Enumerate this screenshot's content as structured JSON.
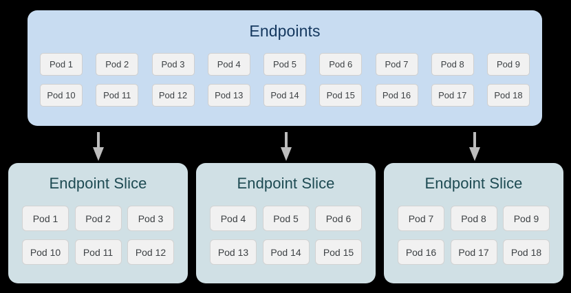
{
  "colors": {
    "canvas_background": "#000000",
    "endpoints_panel": "#c8dcf1",
    "endpoints_title_text": "#14375e",
    "slice_panel": "#d0e0e5",
    "slice_title_text": "#1d4a52",
    "pod_chip_fill": "#f1f1f1",
    "pod_chip_border": "#cfcfcf",
    "pod_chip_text": "#3c4043",
    "arrow": "#bdbdbd"
  },
  "endpoints": {
    "title": "Endpoints",
    "rows": [
      [
        "Pod 1",
        "Pod 2",
        "Pod 3",
        "Pod 4",
        "Pod 5",
        "Pod 6",
        "Pod 7",
        "Pod 8",
        "Pod 9"
      ],
      [
        "Pod 10",
        "Pod 11",
        "Pod 12",
        "Pod 13",
        "Pod 14",
        "Pod 15",
        "Pod 16",
        "Pod 17",
        "Pod 18"
      ]
    ]
  },
  "arrows": [
    {
      "name": "arrow-to-slice-1",
      "icon": "arrow-down-icon"
    },
    {
      "name": "arrow-to-slice-2",
      "icon": "arrow-down-icon"
    },
    {
      "name": "arrow-to-slice-3",
      "icon": "arrow-down-icon"
    }
  ],
  "slices": [
    {
      "title": "Endpoint Slice",
      "rows": [
        [
          "Pod 1",
          "Pod 2",
          "Pod 3"
        ],
        [
          "Pod 10",
          "Pod 11",
          "Pod 12"
        ]
      ]
    },
    {
      "title": "Endpoint Slice",
      "rows": [
        [
          "Pod 4",
          "Pod 5",
          "Pod 6"
        ],
        [
          "Pod 13",
          "Pod 14",
          "Pod 15"
        ]
      ]
    },
    {
      "title": "Endpoint Slice",
      "rows": [
        [
          "Pod 7",
          "Pod 8",
          "Pod 9"
        ],
        [
          "Pod 16",
          "Pod 17",
          "Pod 18"
        ]
      ]
    }
  ]
}
